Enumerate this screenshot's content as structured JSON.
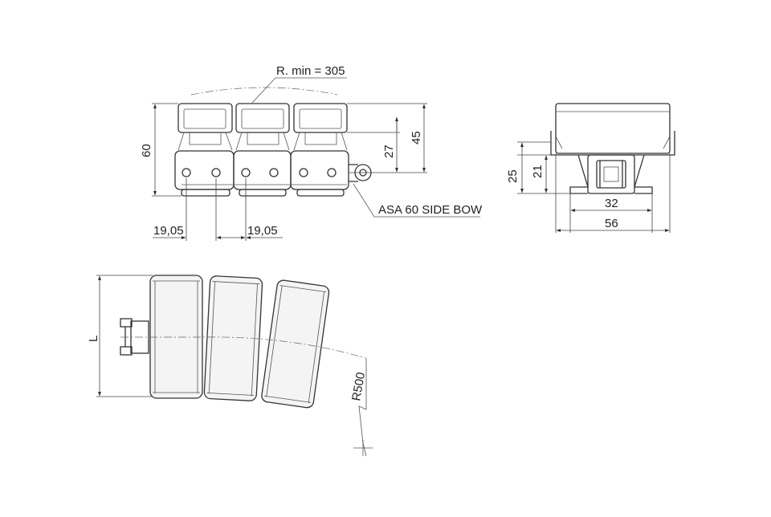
{
  "labels": {
    "radius_min": "R. min = 305",
    "height_60": "60",
    "height_45": "45",
    "height_27": "27",
    "pitch_left": "19,05",
    "pitch_right": "19,05",
    "side_bow": "ASA 60 SIDE BOW",
    "height_25": "25",
    "height_21": "21",
    "width_32": "32",
    "width_56": "56",
    "length_L": "L",
    "radius_500": "R500"
  }
}
